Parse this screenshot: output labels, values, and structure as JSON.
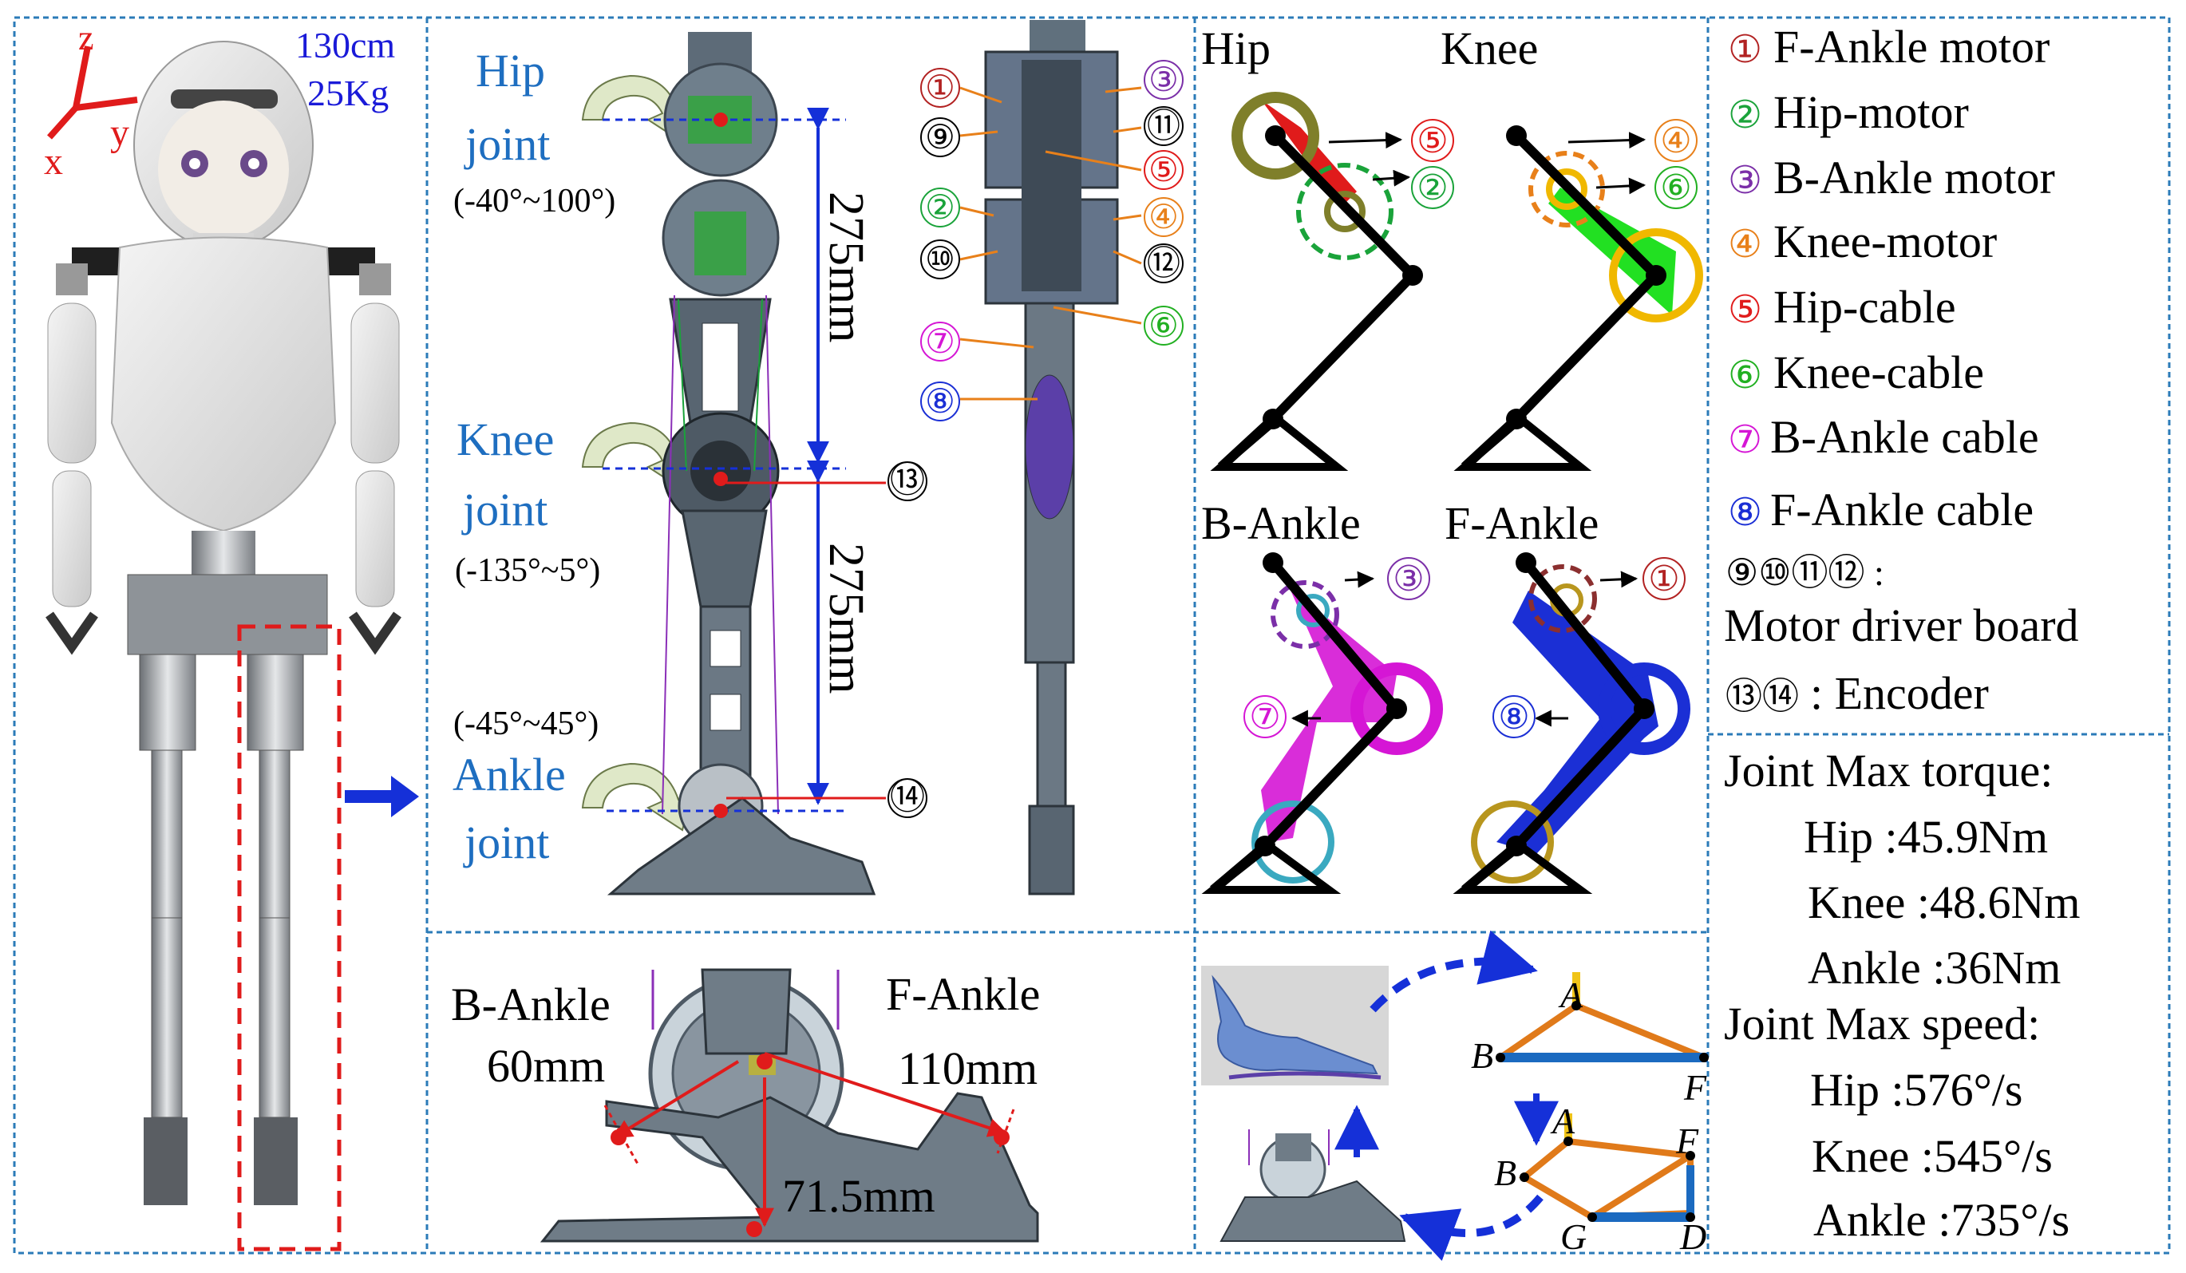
{
  "robot": {
    "height": "130cm",
    "weight": "25Kg"
  },
  "axes": {
    "z": "z",
    "y": "y",
    "x": "x"
  },
  "leg": {
    "hip_label": [
      "Hip",
      "joint"
    ],
    "hip_range": "(-40°~100°)",
    "knee_label": [
      "Knee",
      "joint"
    ],
    "knee_range": "(-135°~5°)",
    "ankle_range": "(-45°~45°)",
    "ankle_label": [
      "Ankle",
      "joint"
    ],
    "upper_length": "275mm",
    "lower_length": "275mm",
    "encoder_top": "⑬",
    "encoder_bottom": "⑭"
  },
  "side_callouts": {
    "left": [
      "①",
      "⑨",
      "②",
      "⑩",
      "⑦",
      "⑧"
    ],
    "right": [
      "③",
      "⑪",
      "⑤",
      "④",
      "⑫",
      "⑥"
    ]
  },
  "schematics": {
    "hip": {
      "title": "Hip",
      "labels": [
        "⑤",
        "②"
      ]
    },
    "knee": {
      "title": "Knee",
      "labels": [
        "④",
        "⑥"
      ]
    },
    "b_ankle": {
      "title": "B-Ankle",
      "labels": [
        "③",
        "⑦"
      ]
    },
    "f_ankle": {
      "title": "F-Ankle",
      "labels": [
        "①",
        "⑧"
      ]
    }
  },
  "legend": [
    {
      "num": "①",
      "text": "F-Ankle motor",
      "color": "#b22222"
    },
    {
      "num": "②",
      "text": "Hip-motor",
      "color": "#1aa33a"
    },
    {
      "num": "③",
      "text": "B-Ankle motor",
      "color": "#7b2fa8"
    },
    {
      "num": "④",
      "text": "Knee-motor",
      "color": "#e8801a"
    },
    {
      "num": "⑤",
      "text": "Hip-cable",
      "color": "#e01b1b"
    },
    {
      "num": "⑥",
      "text": "Knee-cable",
      "color": "#22b022"
    },
    {
      "num": "⑦",
      "text": "B-Ankle cable",
      "color": "#d516d5"
    },
    {
      "num": "⑧",
      "text": "F-Ankle cable",
      "color": "#1b2fd5"
    }
  ],
  "legend_extra": {
    "driver_nums": "⑨⑩⑪⑫ :",
    "driver_text": "Motor driver board",
    "encoder_nums": "⑬⑭",
    "encoder_text": ": Encoder"
  },
  "specs": {
    "torque_title": "Joint Max torque:",
    "torque": [
      "Hip :45.9Nm",
      "Knee :48.6Nm",
      "Ankle :36Nm"
    ],
    "speed_title": "Joint Max speed:",
    "speed": [
      "Hip :576°/s",
      "Knee :545°/s",
      "Ankle :735°/s"
    ]
  },
  "ankle_detail": {
    "b_label": "B-Ankle",
    "b_dim": "60mm",
    "f_label": "F-Ankle",
    "f_dim": "110mm",
    "height_dim": "71.5mm"
  },
  "linkage": {
    "points": [
      "A",
      "B",
      "F",
      "A",
      "B",
      "F",
      "G",
      "D"
    ]
  }
}
